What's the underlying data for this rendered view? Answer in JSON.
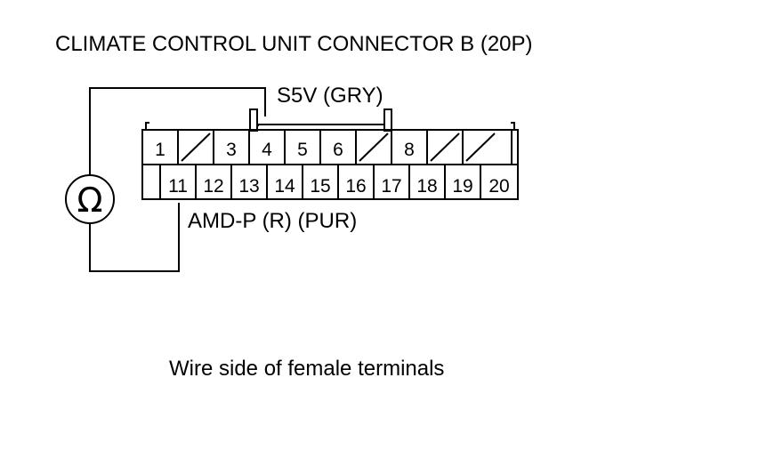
{
  "title": "CLIMATE CONTROL UNIT CONNECTOR B (20P)",
  "caption": "Wire side of female terminals",
  "meter_symbol": "Ω",
  "top_probe_label": "S5V (GRY)",
  "bottom_probe_label": "AMD-P (R) (PUR)",
  "connector": {
    "pins_count": 20,
    "top_row": [
      "1",
      "",
      "3",
      "4",
      "5",
      "6",
      "",
      "8",
      "",
      ""
    ],
    "bottom_row": [
      "",
      "11",
      "12",
      "13",
      "14",
      "15",
      "16",
      "17",
      "18",
      "19",
      "20"
    ],
    "top_row_empty_marked": [
      false,
      true,
      false,
      false,
      false,
      false,
      true,
      false,
      true,
      true
    ],
    "probe_pins": [
      "4",
      "11"
    ]
  },
  "colors": {
    "line": "#000000",
    "background": "#ffffff"
  }
}
